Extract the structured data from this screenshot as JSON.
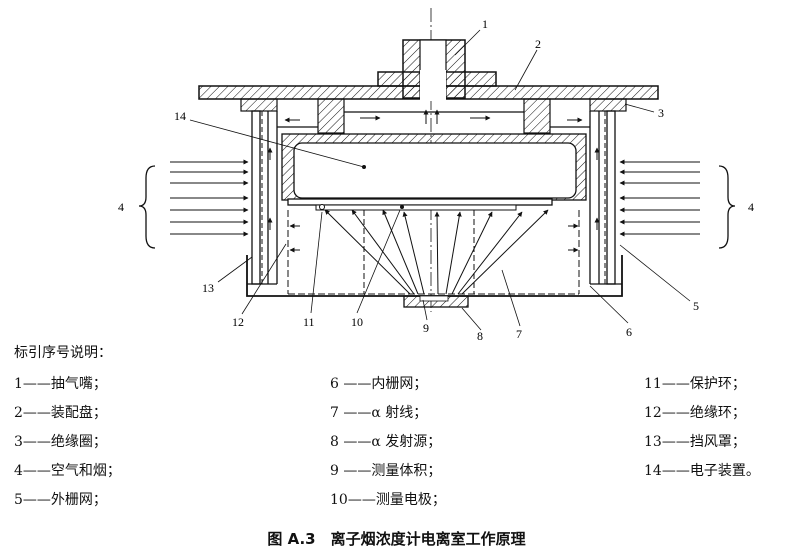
{
  "labels": {
    "n1": "1",
    "n2": "2",
    "n3": "3",
    "n4": "4",
    "n5": "5",
    "n6": "6",
    "n7": "7",
    "n8": "8",
    "n9": "9",
    "n10": "10",
    "n11": "11",
    "n12": "12",
    "n13": "13",
    "n14": "14"
  },
  "legend": {
    "title": "标引序号说明：",
    "items": [
      "1——抽气嘴；",
      "2——装配盘；",
      "3——绝缘圈；",
      "4——空气和烟；",
      "5——外栅网；",
      "6 ——内栅网；",
      "7 ——α 射线；",
      "8 ——α 发射源；",
      "9 ——测量体积；",
      "10——测量电极；",
      "11——保护环；",
      "12——绝缘环；",
      "13——挡风罩；",
      "14——电子装置。"
    ]
  },
  "caption": "图 A.3　离子烟浓度计电离室工作原理"
}
